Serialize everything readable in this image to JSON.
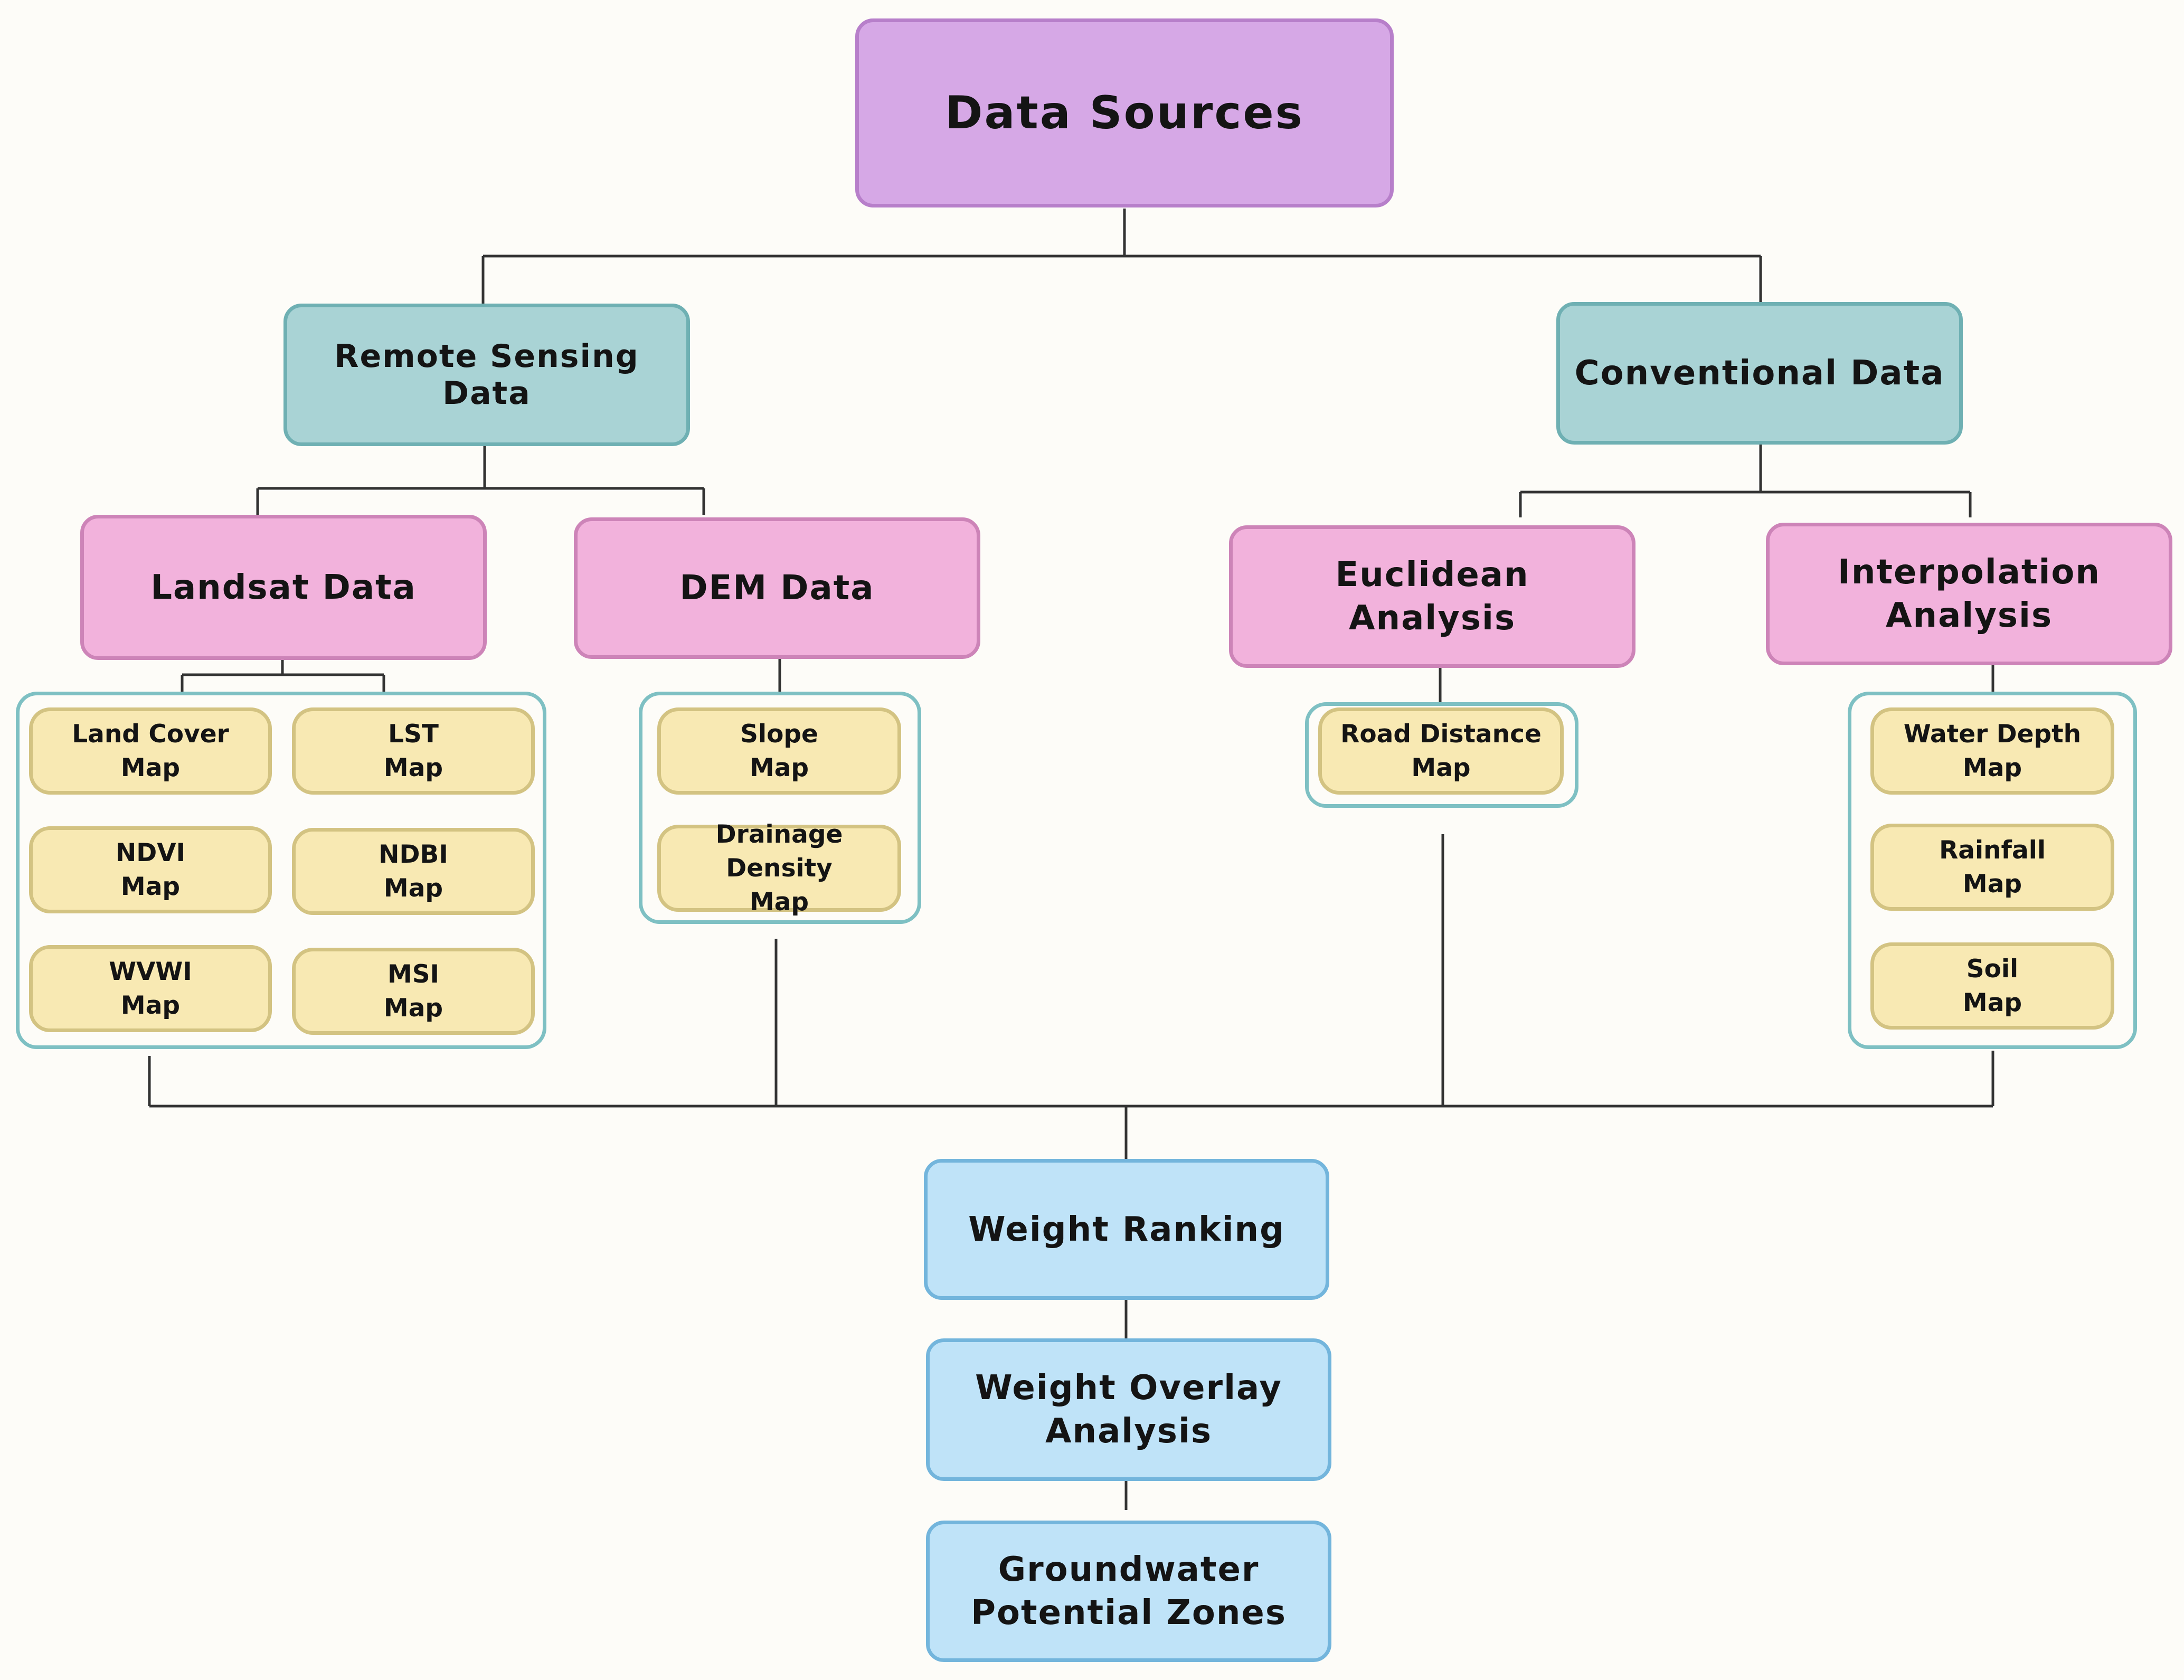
{
  "colors": {
    "root": "#d6a8e6",
    "category": "#a9d3d5",
    "source": "#f2b2dc",
    "map": "#f8e9b3",
    "process": "#bfe3f8",
    "connector": "#333333"
  },
  "root": {
    "label": "Data Sources"
  },
  "categories": {
    "remote_sensing": "Remote Sensing Data",
    "conventional": "Conventional Data"
  },
  "sources": {
    "landsat": "Landsat Data",
    "dem": "DEM Data",
    "euclidean": "Euclidean\nAnalysis",
    "interpolation": "Interpolation\nAnalysis"
  },
  "maps": {
    "land_cover": "Land Cover\nMap",
    "lst": "LST\nMap",
    "ndvi": "NDVI\nMap",
    "ndbi": "NDBI\nMap",
    "wvwi": "WVWI\nMap",
    "msi": "MSI\nMap",
    "slope": "Slope\nMap",
    "drainage_density": "Drainage Density\nMap",
    "road_distance": "Road Distance\nMap",
    "water_depth": "Water Depth\nMap",
    "rainfall": "Rainfall\nMap",
    "soil": "Soil\nMap"
  },
  "process": {
    "weight_ranking": "Weight Ranking",
    "weight_overlay": "Weight Overlay\nAnalysis",
    "groundwater": "Groundwater\nPotential Zones"
  }
}
